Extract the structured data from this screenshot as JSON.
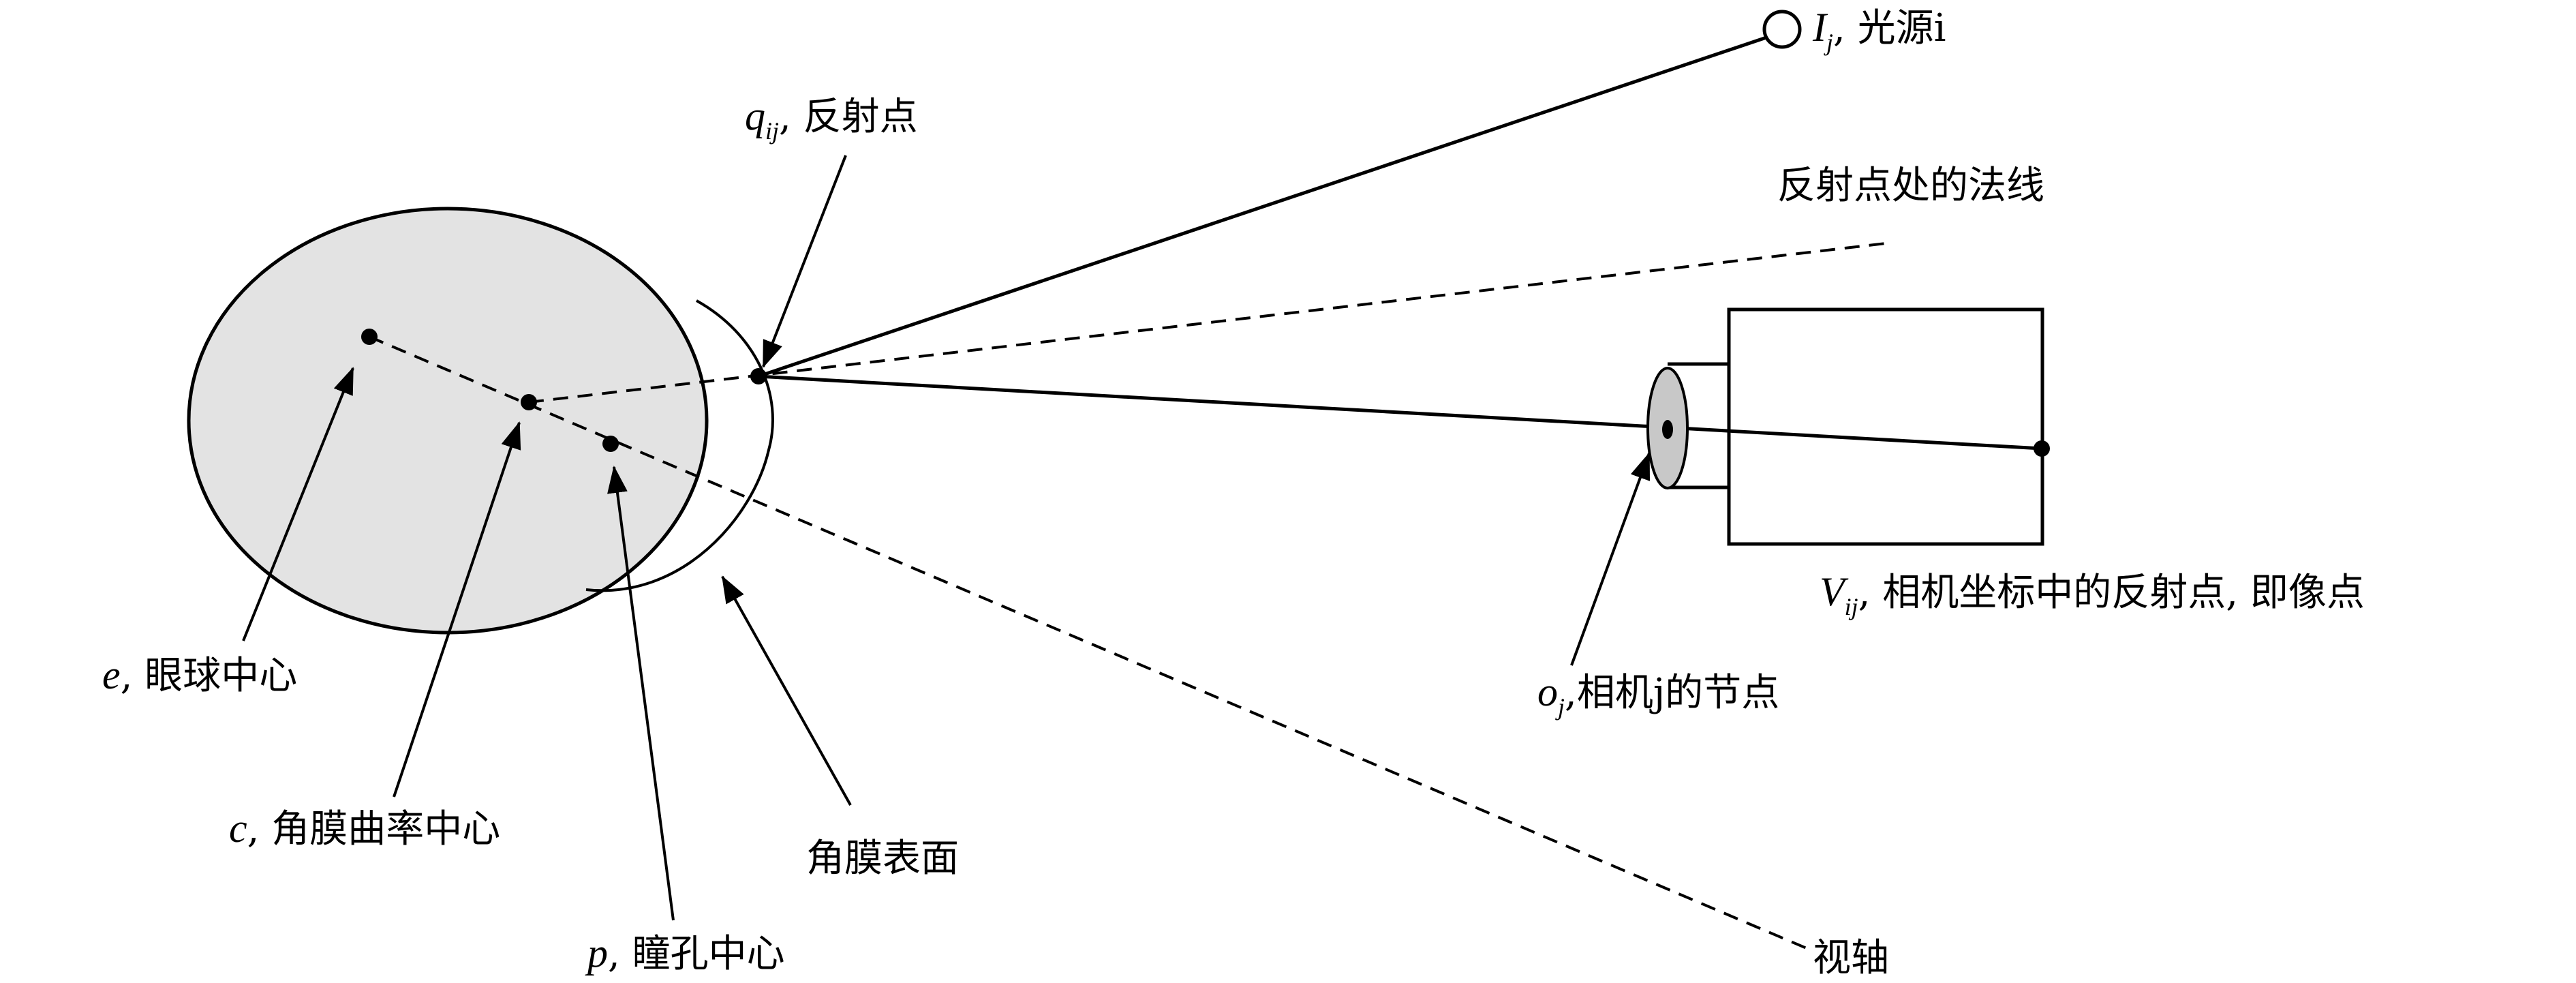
{
  "diagram": {
    "type": "eye-tracking corneal reflection geometry",
    "colors": {
      "eyeball_fill": "#e3e3e3",
      "lens_fill": "#c8c8c8",
      "stroke": "#000000",
      "background": "#ffffff"
    },
    "labels": {
      "light_source": {
        "symbol": "I",
        "sub": "j",
        "sep": ",",
        "text": "光源i"
      },
      "reflection_point": {
        "symbol": "q",
        "sub": "ij",
        "sep": ",",
        "text": "反射点"
      },
      "normal": {
        "text": "反射点处的法线"
      },
      "image_point": {
        "symbol": "V",
        "sub": "ij",
        "sep": ",",
        "text": "相机坐标中的反射点, 即像点"
      },
      "camera_node": {
        "symbol": "o",
        "sub": "j",
        "sep": ",",
        "text": "相机j的节点"
      },
      "eyeball_center": {
        "symbol": "e",
        "sep": ",",
        "text": "眼球中心"
      },
      "cornea_center": {
        "symbol": "c",
        "sep": ",",
        "text": "角膜曲率中心"
      },
      "pupil_center": {
        "symbol": "p",
        "sep": ",",
        "text": "瞳孔中心"
      },
      "cornea_surface": {
        "text": "角膜表面"
      },
      "visual_axis": {
        "text": "视轴"
      }
    }
  }
}
